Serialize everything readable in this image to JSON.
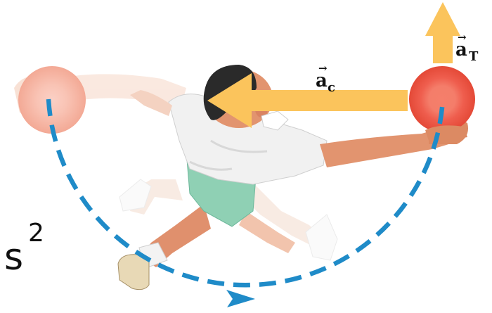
{
  "labels": {
    "centripetal": {
      "base": "a",
      "sub": "c",
      "arrow": "→"
    },
    "tangential": {
      "base": "a",
      "sub": "T",
      "arrow": "→"
    },
    "corner": {
      "base": "s",
      "sup": "2"
    }
  },
  "colors": {
    "path": "#1f8bc8",
    "arrow": "#fbc45c",
    "ball": "#ee5a4c",
    "ball_faded": "#f6b7a8",
    "skin": "#e2946f",
    "skin_faded": "#f6d7c6",
    "shirt": "#f1f1f1",
    "shorts": "#8fd0b4",
    "hair": "#2a2a2a"
  },
  "icons": [
    "dashed-circular-path",
    "motion-arrow",
    "bowling-ball",
    "bowler-figure"
  ]
}
